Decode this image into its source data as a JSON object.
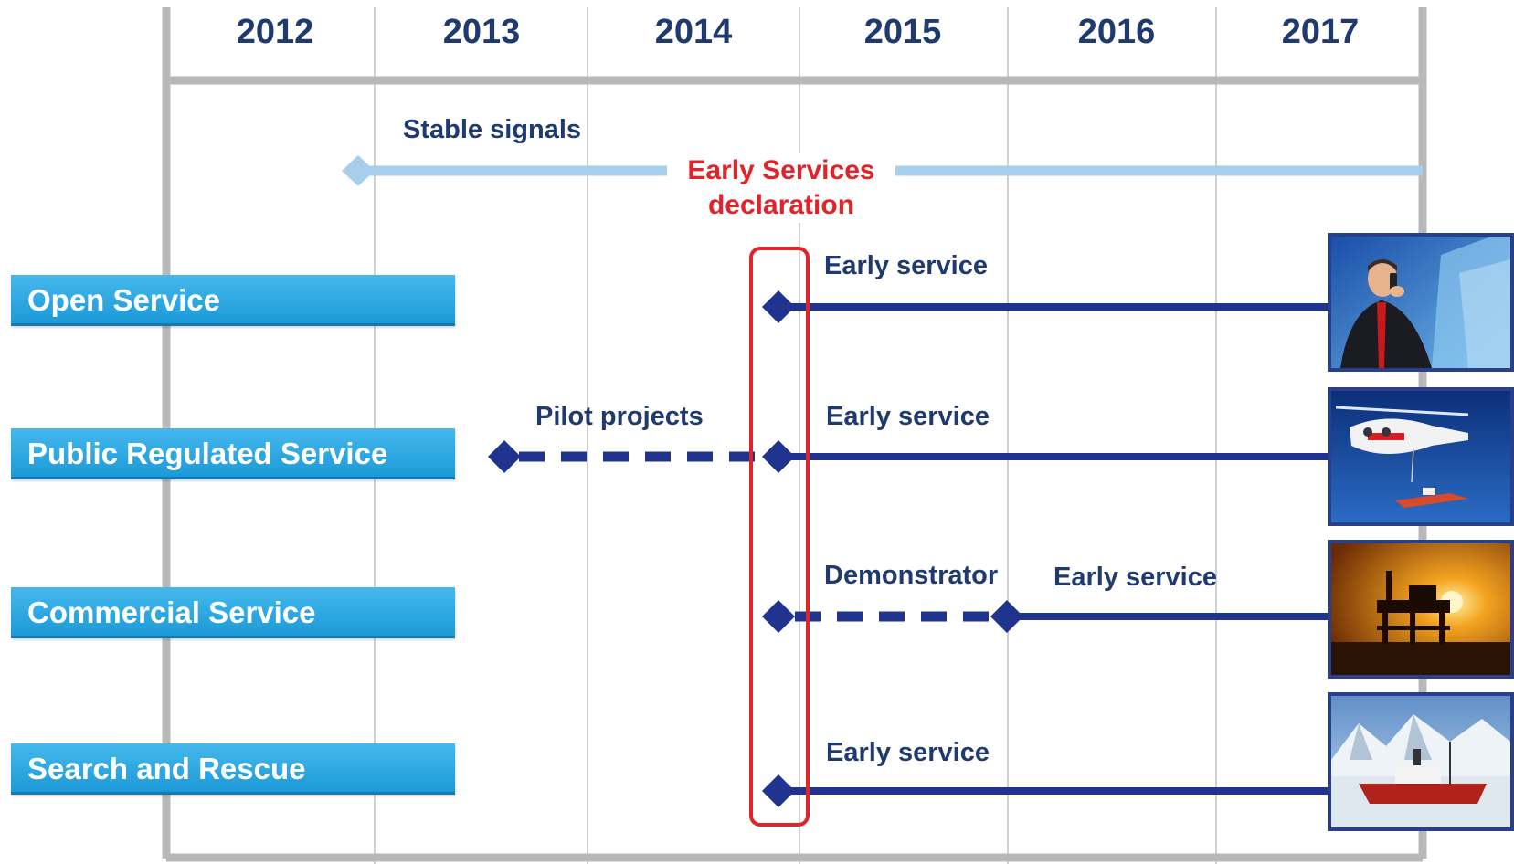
{
  "years": [
    "2012",
    "2013",
    "2014",
    "2015",
    "2016",
    "2017"
  ],
  "stable_signals_label": "Stable signals",
  "early_services_declaration": {
    "line1": "Early Services",
    "line2": "declaration",
    "color": "#e0242a"
  },
  "services": [
    {
      "name": "Open Service",
      "photo_icon": "businessman-phone-icon"
    },
    {
      "name": "Public Regulated Service",
      "photo_icon": "rescue-helicopter-icon"
    },
    {
      "name": "Commercial Service",
      "photo_icon": "oil-rig-sunset-icon"
    },
    {
      "name": "Search and Rescue",
      "photo_icon": "icebreaker-ship-icon"
    }
  ],
  "phase_labels": {
    "open_early": "Early service",
    "prs_pilot": "Pilot projects",
    "prs_early": "Early service",
    "cs_demo": "Demonstrator",
    "cs_early": "Early service",
    "sar_early": "Early service"
  },
  "colors": {
    "service_box": "#1c9ad8",
    "timeline_dark": "#20348f",
    "timeline_light": "#a7cfec",
    "grid": "#c4c4c4",
    "year_text": "#1f3a6e"
  }
}
